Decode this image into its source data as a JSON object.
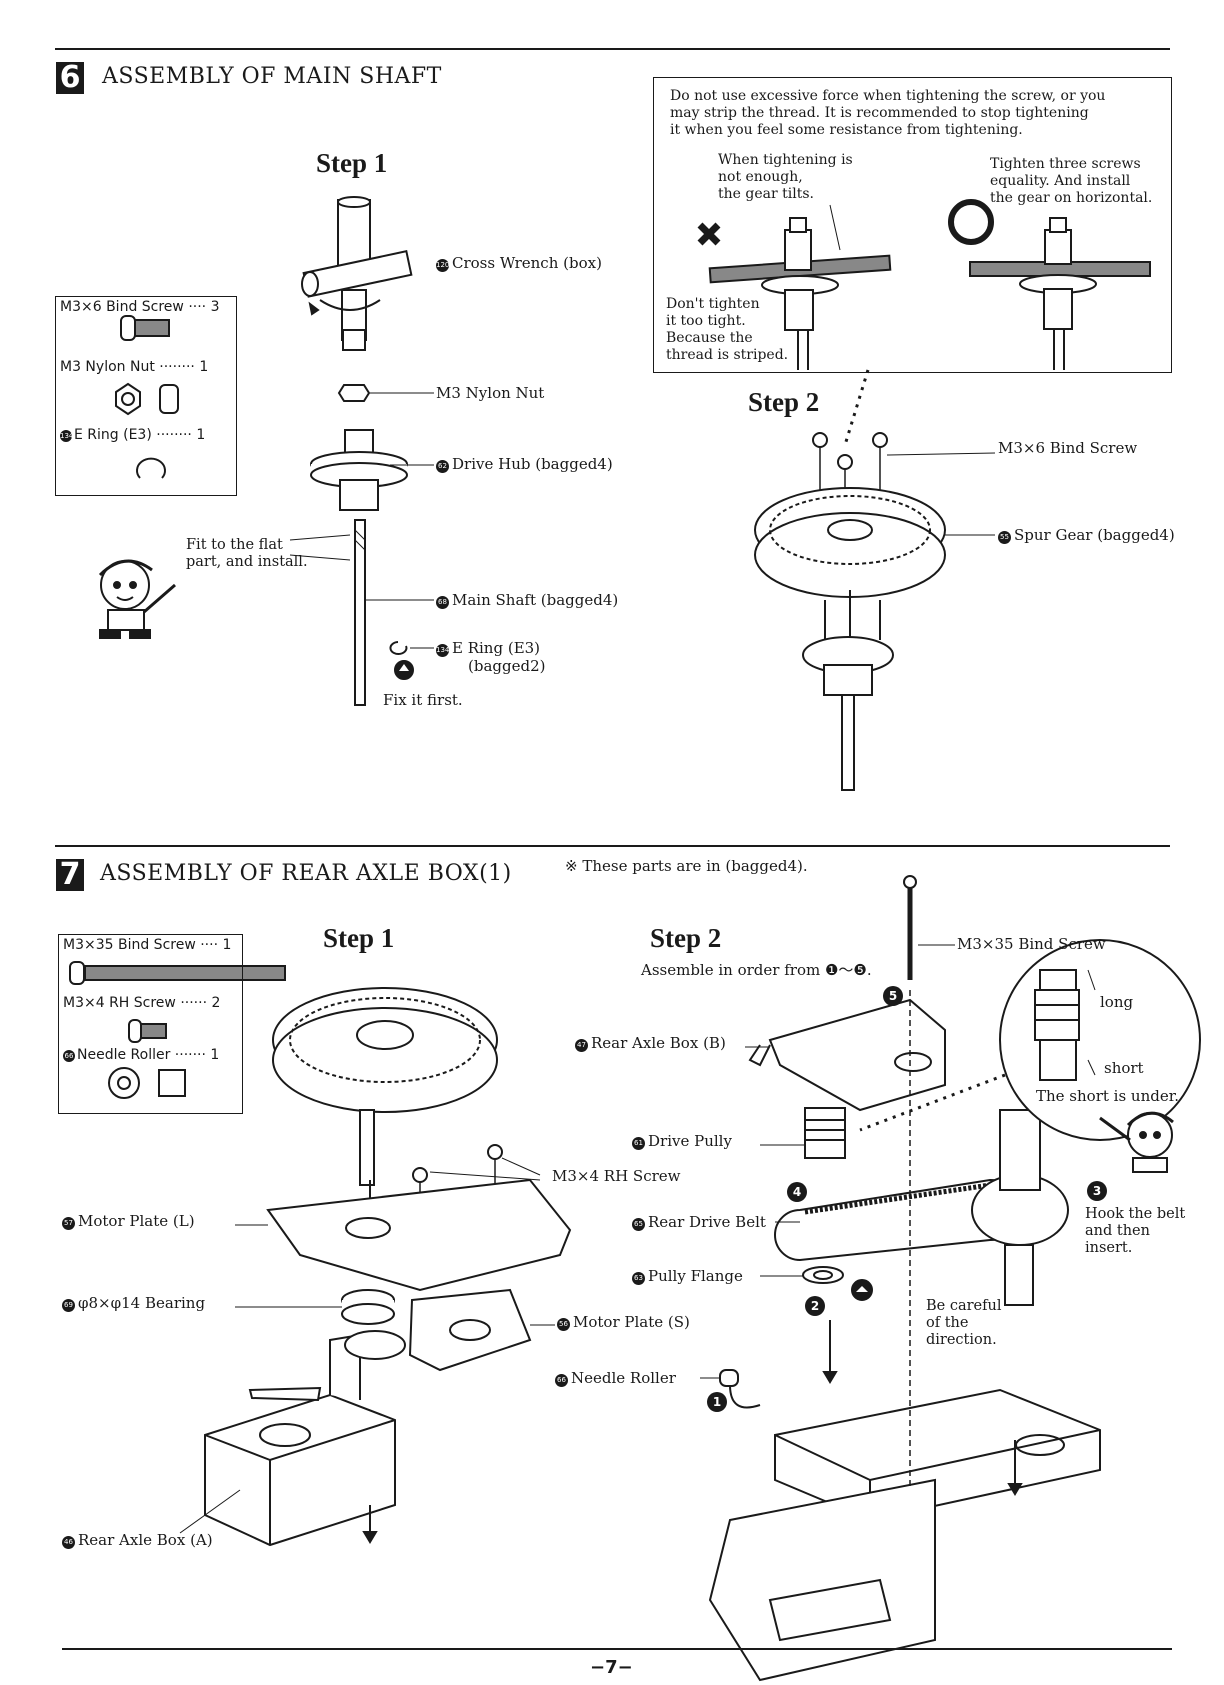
{
  "section6": {
    "number": "6",
    "title": "ASSEMBLY OF MAIN SHAFT",
    "step1": "Step 1",
    "step2": "Step 2",
    "parts_box": [
      {
        "name": "M3×6 Bind Screw",
        "qty": "3"
      },
      {
        "name": "M3 Nylon Nut",
        "qty": "1"
      },
      {
        "name": "E Ring (E3)",
        "qty": "1"
      }
    ],
    "labels": {
      "cross_wrench": "Cross Wrench (box)",
      "nylon_nut": "M3 Nylon Nut",
      "drive_hub": "Drive Hub (bagged4)",
      "fit_flat": "Fit to the flat\npart, and install.",
      "main_shaft": "Main Shaft (bagged4)",
      "e_ring": "E Ring (E3)",
      "e_ring_bag": "(bagged2)",
      "fix_first": "Fix it first.",
      "bind_screw": "M3×6 Bind Screw",
      "spur_gear": "Spur Gear (bagged4)"
    },
    "note": {
      "text": "Do not use excessive force when tightening the screw, or you\nmay strip the thread.   It is recommended to stop tightening\nit when you feel some resistance from tightening.",
      "bad": "When tightening is\nnot enough,\n    the gear tilts.",
      "good": "Tighten three screws\nequality.   And install\nthe gear on horizontal.",
      "tight": "Don't tighten\nit too tight.\nBecause the\nthread is striped."
    }
  },
  "section7": {
    "number": "7",
    "title": "ASSEMBLY OF REAR AXLE BOX(1)",
    "bag_note": "※ These parts are in (bagged4).",
    "step1": "Step 1",
    "step2": "Step 2",
    "order": "Assemble in order from ❶～❺.",
    "parts_box": [
      {
        "name": "M3×35 Bind Screw",
        "qty": "1"
      },
      {
        "name": "M3×4 RH Screw",
        "qty": "2"
      },
      {
        "name": "Needle Roller",
        "qty": "1"
      }
    ],
    "labels": {
      "rh_screw": "M3×4 RH Screw",
      "motor_plate_l": "Motor Plate (L)",
      "bearing": "φ8×φ14 Bearing",
      "motor_plate_s": "Motor Plate (S)",
      "rear_axle_a": "Rear Axle Box (A)",
      "bind_screw_35": "M3×35 Bind Screw",
      "rear_axle_b": "Rear Axle Box (B)",
      "drive_pully": "Drive Pully",
      "rear_belt": "Rear Drive Belt",
      "pully_flange": "Pully Flange",
      "needle_roller": "Needle Roller",
      "long": "long",
      "short": "short",
      "short_under": "The short is under.",
      "hook_belt": "Hook the belt\nand then\ninsert.",
      "careful": "Be careful\nof the\ndirection."
    }
  },
  "page_number": "−7−"
}
